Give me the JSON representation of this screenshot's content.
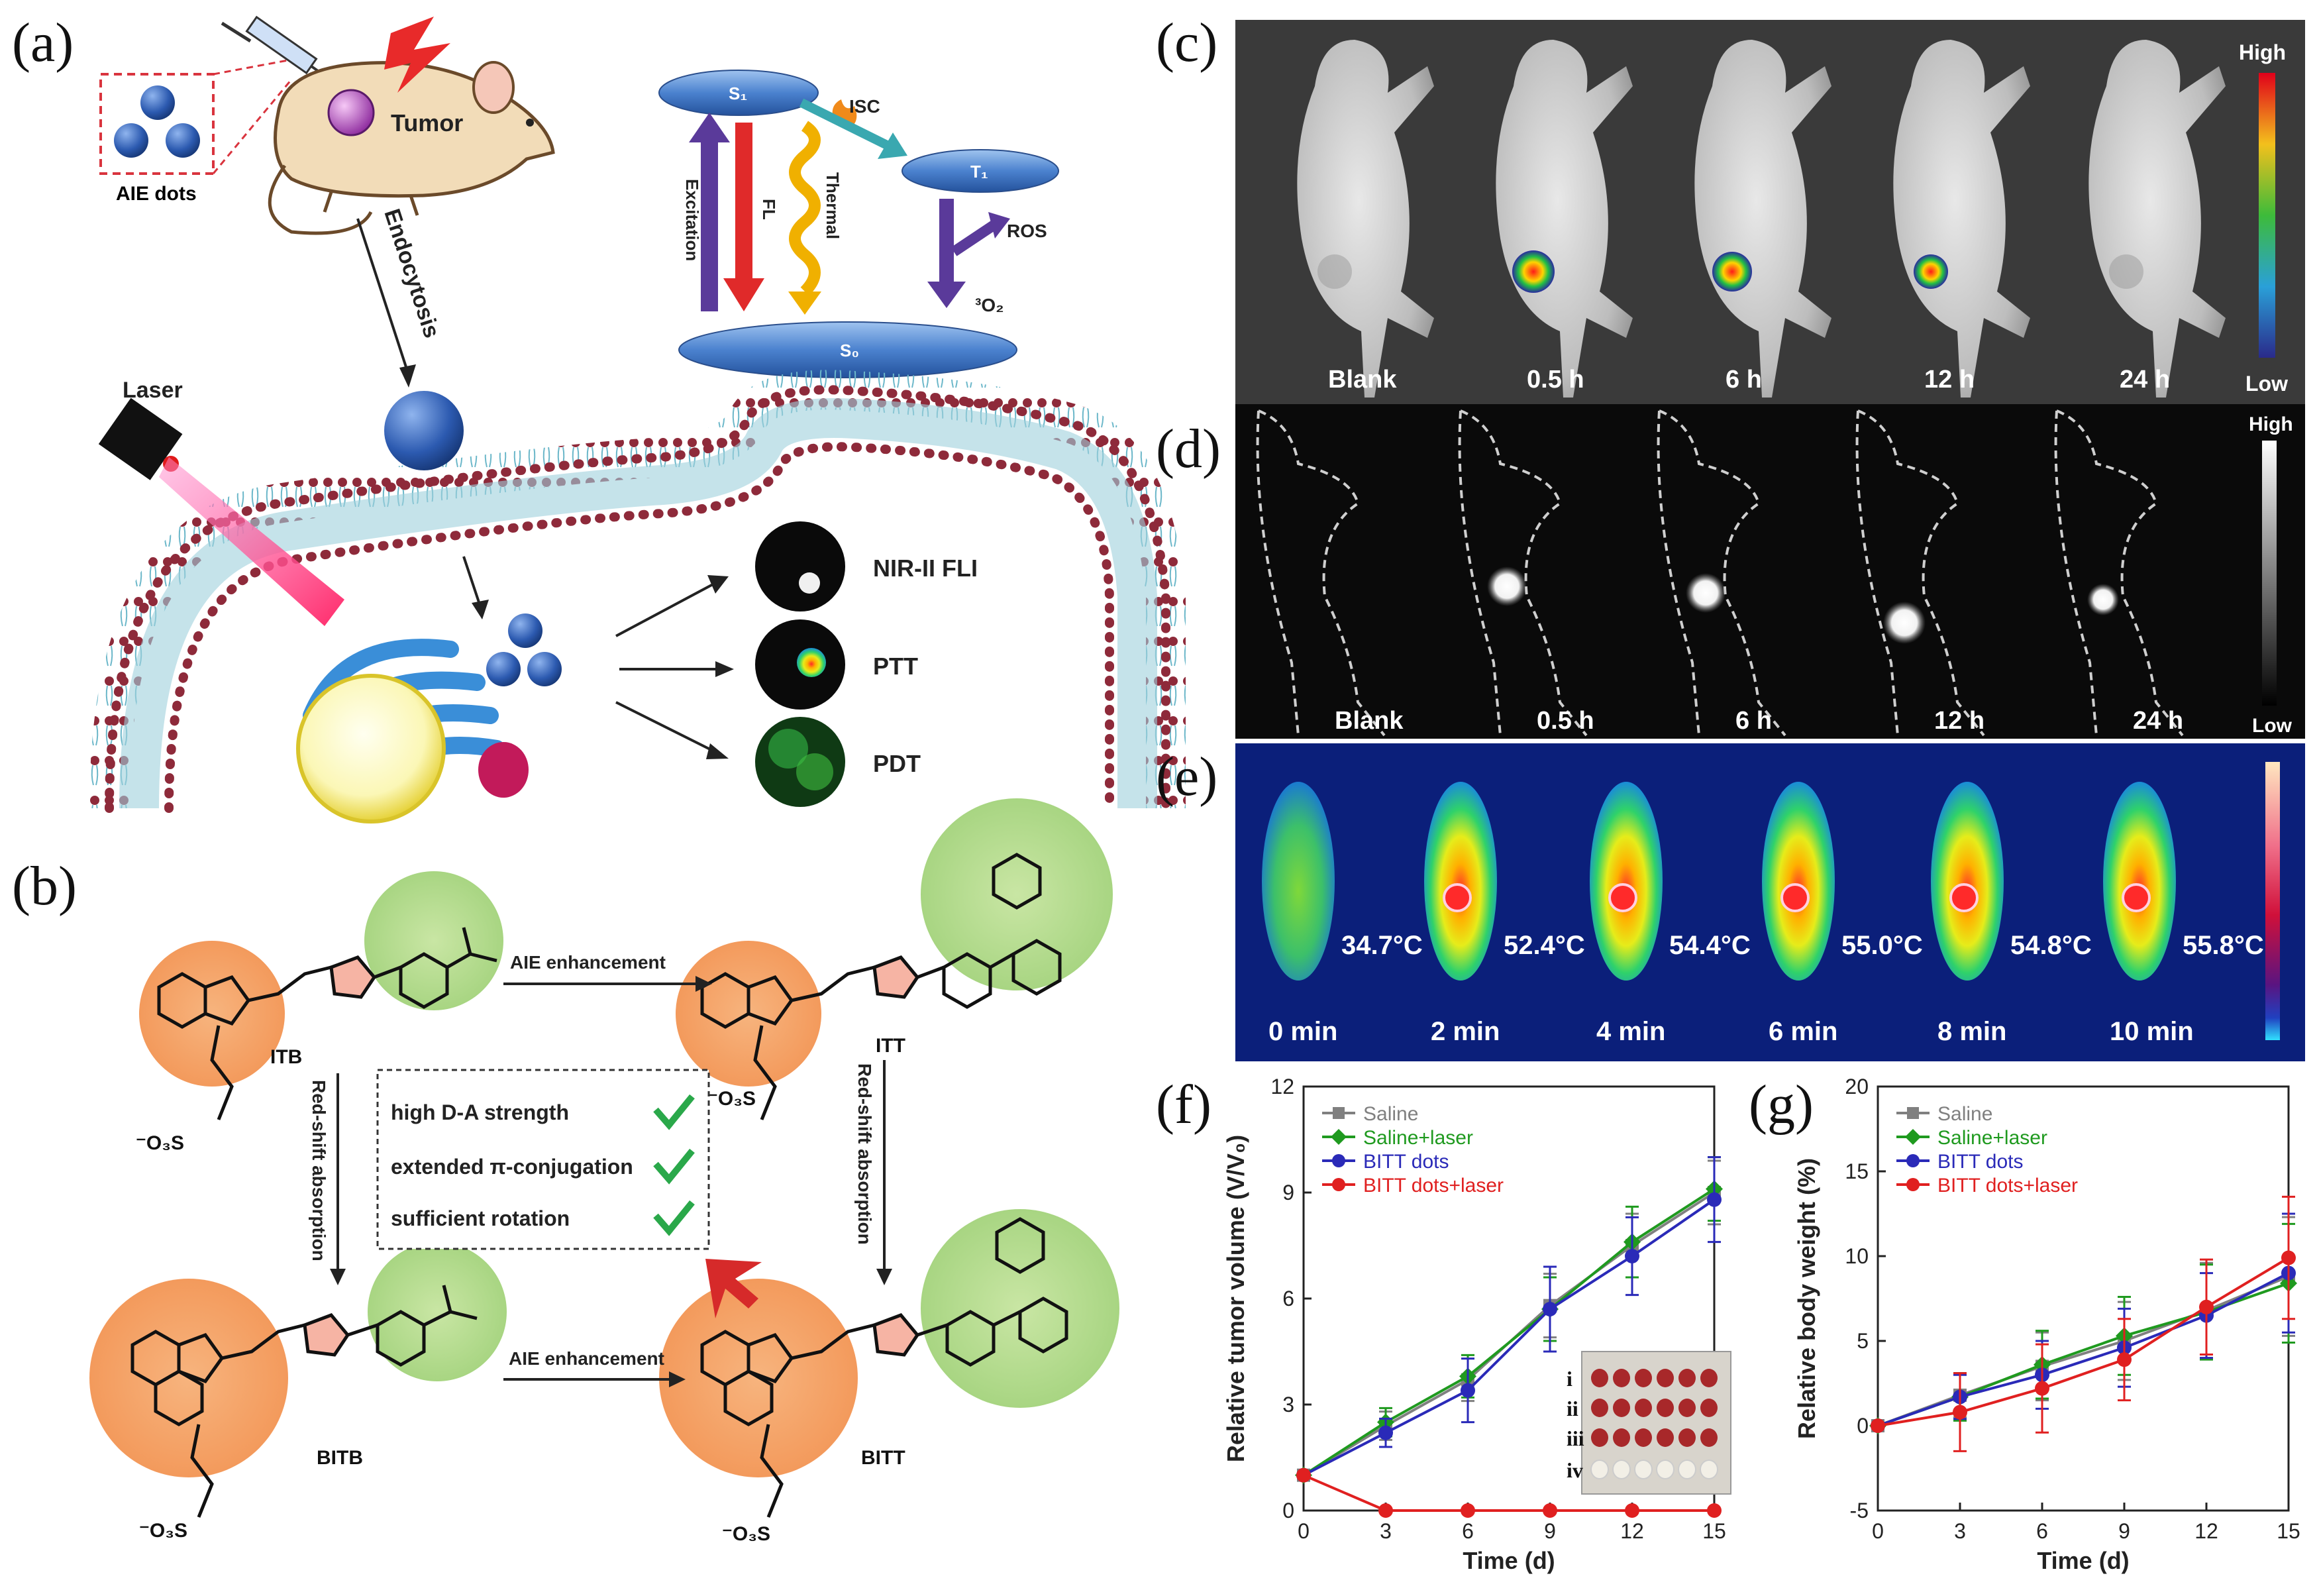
{
  "panels": {
    "a": "(a)",
    "b": "(b)",
    "c": "(c)",
    "d": "(d)",
    "e": "(e)",
    "f": "(f)",
    "g": "(g)"
  },
  "panel_a": {
    "aie_dots": "AIE dots",
    "tumor": "Tumor",
    "endocytosis": "Endocytosis",
    "laser": "Laser",
    "s1": "S₁",
    "t1": "T₁",
    "s0": "S₀",
    "isc": "ISC",
    "excitation": "Excitation",
    "fl": "FL",
    "thermal": "Thermal",
    "ros": "ROS",
    "o2": "³O₂",
    "outputs": [
      "NIR-II FLI",
      "PTT",
      "PDT"
    ]
  },
  "panel_b": {
    "itb": "ITB",
    "itt": "ITT",
    "bitb": "BITB",
    "bitt": "BITT",
    "aie_enh": "AIE enhancement",
    "redshift": "Red-shift absorption",
    "so3": "⁻O₃S",
    "features": [
      "high D-A strength",
      "extended π-conjugation",
      "sufficient rotation"
    ]
  },
  "panel_c": {
    "labels": [
      "Blank",
      "0.5 h",
      "6 h",
      "12 h",
      "24 h"
    ],
    "scale_high": "High",
    "scale_low": "Low"
  },
  "panel_d": {
    "labels": [
      "Blank",
      "0.5 h",
      "6 h",
      "12 h",
      "24 h"
    ],
    "scale_high": "High",
    "scale_low": "Low"
  },
  "panel_e": {
    "temps": [
      "34.7°C",
      "52.4°C",
      "54.4°C",
      "55.0°C",
      "54.8°C",
      "55.8°C"
    ],
    "times": [
      "0 min",
      "2 min",
      "4 min",
      "6 min",
      "8 min",
      "10 min"
    ]
  },
  "inset_labels": [
    "i",
    "ii",
    "iii",
    "iv"
  ],
  "chart_data": [
    {
      "panel": "f",
      "type": "line",
      "xlabel": "Time (d)",
      "ylabel": "Relative tumor volume (V/V₀)",
      "x": [
        0,
        3,
        6,
        9,
        12,
        15
      ],
      "xlim": [
        0,
        15
      ],
      "ylim": [
        0,
        12
      ],
      "yticks": [
        0,
        3,
        6,
        9,
        12
      ],
      "legend": "top-left",
      "series": [
        {
          "name": "Saline",
          "color": "#808080",
          "marker": "square",
          "values": [
            1.0,
            2.4,
            3.7,
            5.8,
            7.5,
            9.0
          ],
          "err": [
            0,
            0.4,
            0.6,
            0.9,
            0.9,
            0.9
          ]
        },
        {
          "name": "Saline+laser",
          "color": "#1f9a1f",
          "marker": "diamond",
          "values": [
            1.0,
            2.5,
            3.8,
            5.7,
            7.6,
            9.1
          ],
          "err": [
            0,
            0.4,
            0.6,
            0.9,
            1.0,
            0.9
          ]
        },
        {
          "name": "BITT dots",
          "color": "#2a2ab8",
          "marker": "circle",
          "values": [
            1.0,
            2.2,
            3.4,
            5.7,
            7.2,
            8.8
          ],
          "err": [
            0,
            0.4,
            0.9,
            1.2,
            1.1,
            1.2
          ]
        },
        {
          "name": "BITT dots+laser",
          "color": "#e02020",
          "marker": "circle",
          "values": [
            1.0,
            0,
            0,
            0,
            0,
            0
          ],
          "err": [
            0,
            0,
            0,
            0,
            0,
            0
          ]
        }
      ]
    },
    {
      "panel": "g",
      "type": "line",
      "xlabel": "Time (d)",
      "ylabel": "Relative body weight (%)",
      "x": [
        0,
        3,
        6,
        9,
        12,
        15
      ],
      "xlim": [
        0,
        15
      ],
      "ylim": [
        -5,
        20
      ],
      "yticks": [
        -5,
        0,
        5,
        10,
        15,
        20
      ],
      "legend": "top-left",
      "series": [
        {
          "name": "Saline",
          "color": "#808080",
          "marker": "square",
          "values": [
            0,
            1.8,
            3.5,
            5.0,
            6.8,
            8.8
          ],
          "err": [
            0,
            1.3,
            2.0,
            2.3,
            2.8,
            3.5
          ]
        },
        {
          "name": "Saline+laser",
          "color": "#1f9a1f",
          "marker": "diamond",
          "values": [
            0,
            1.7,
            3.6,
            5.3,
            6.7,
            8.4
          ],
          "err": [
            0,
            1.4,
            2.0,
            2.3,
            2.8,
            3.5
          ]
        },
        {
          "name": "BITT dots",
          "color": "#2a2ab8",
          "marker": "circle",
          "values": [
            0,
            1.7,
            3.0,
            4.6,
            6.5,
            9.0
          ],
          "err": [
            0,
            1.3,
            2.0,
            2.3,
            2.5,
            3.5
          ]
        },
        {
          "name": "BITT dots+laser",
          "color": "#e02020",
          "marker": "circle",
          "values": [
            0,
            0.8,
            2.2,
            3.9,
            7.0,
            9.9
          ],
          "err": [
            0,
            2.3,
            2.6,
            2.4,
            2.8,
            3.6
          ]
        }
      ]
    }
  ]
}
